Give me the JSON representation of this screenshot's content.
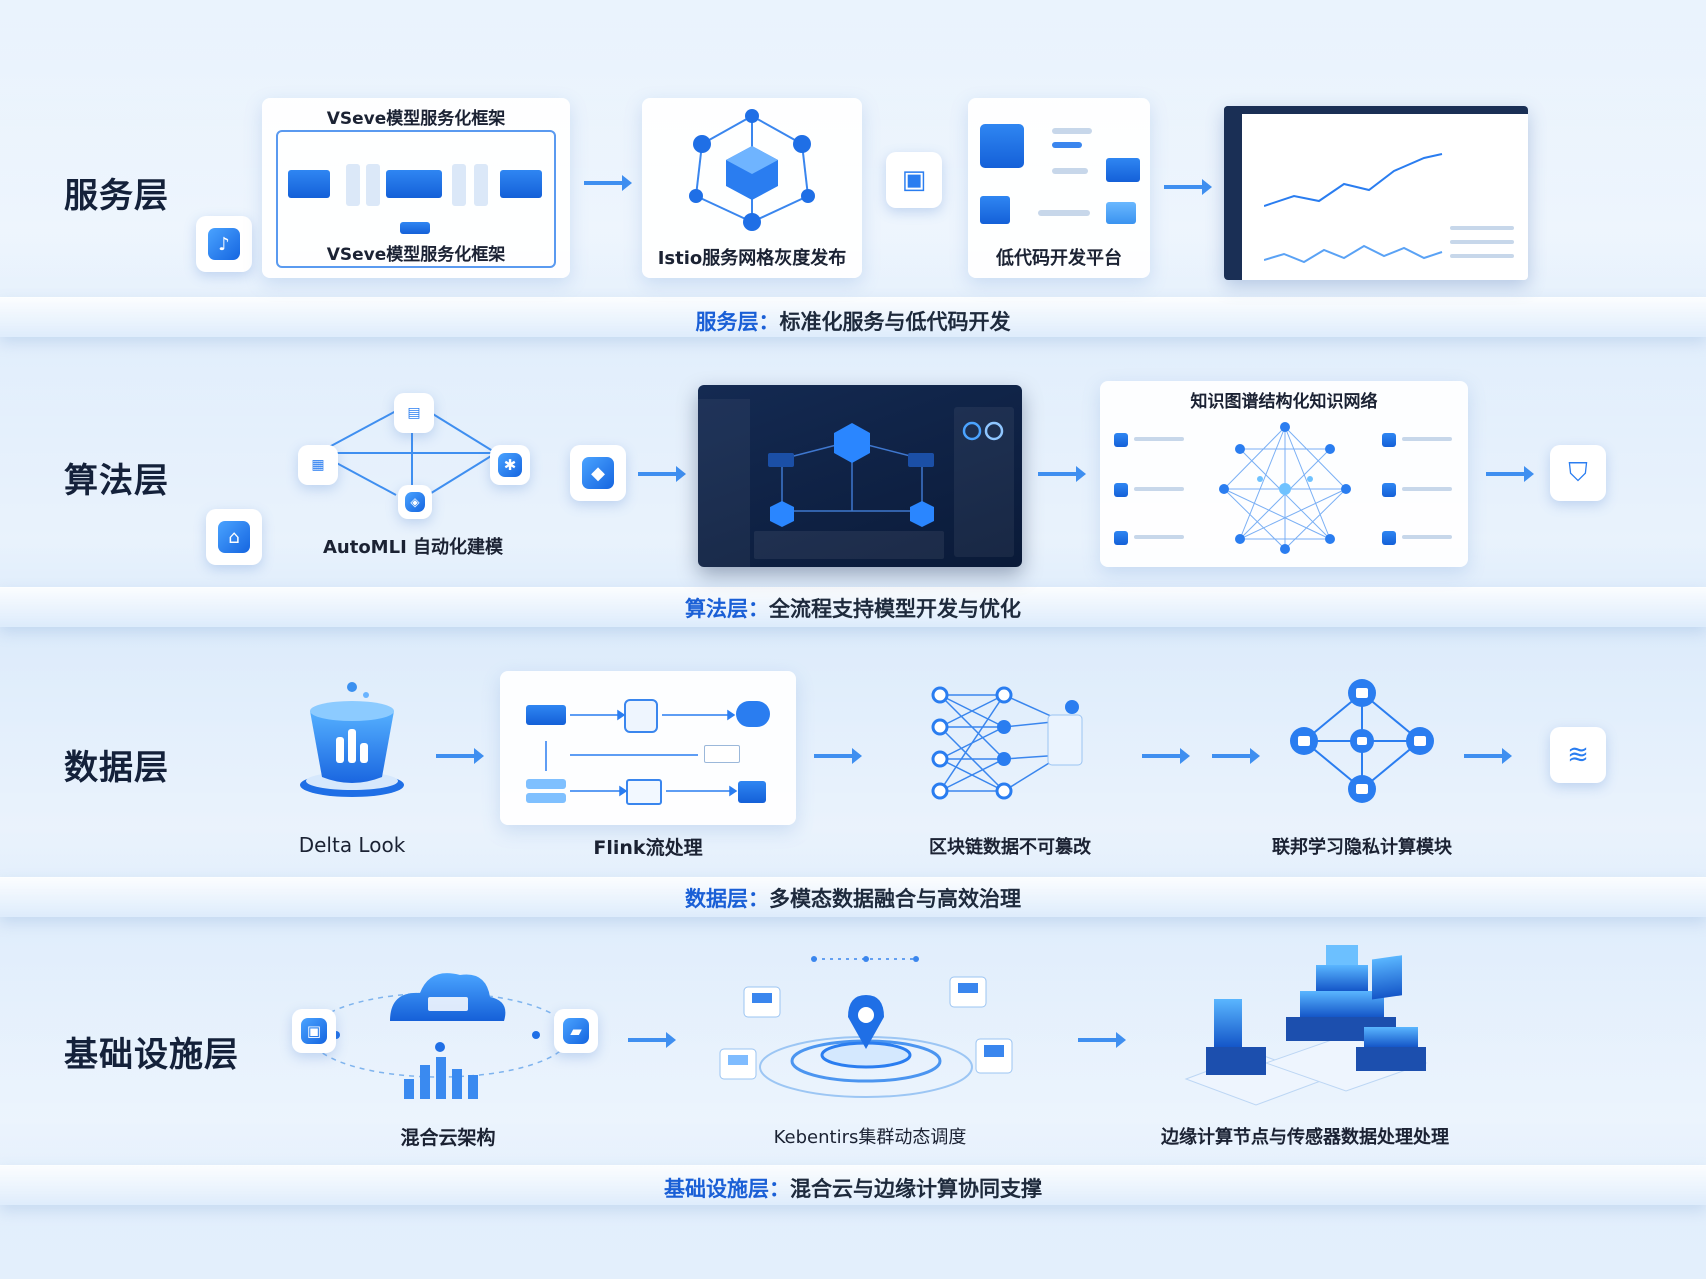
{
  "layers": {
    "service": {
      "name": "服务层",
      "caption_hl": "服务层：",
      "caption_rest": "标准化服务与低代码开发",
      "vseve_title": "VSeve模型服务化框架",
      "vseve_label": "VSeve模型服务化框架",
      "istio_label": "Istio服务网格灰度发布",
      "lowcode_label": "低代码开发平台"
    },
    "algorithm": {
      "name": "算法层",
      "caption_hl": "算法层：",
      "caption_rest": "全流程支持模型开发与优化",
      "automl_label": "AutoMLI 自动化建模",
      "kg_title": "知识图谱结构化知识网络"
    },
    "data": {
      "name": "数据层",
      "caption_hl": "数据层：",
      "caption_rest": "多模态数据融合与高效治理",
      "delta_label": "Delta Look",
      "flink_label": "Flink流处理",
      "blockchain_label": "区块链数据不可篡改",
      "federated_label": "联邦学习隐私计算模块"
    },
    "infra": {
      "name": "基础设施层",
      "caption_hl": "基础设施层：",
      "caption_rest": "混合云与边缘计算协同支撑",
      "hybrid_label": "混合云架构",
      "k8s_label": "Kebentirs集群动态调度",
      "edge_label": "边缘计算节点与传感器数据处理处理"
    }
  },
  "colors": {
    "accent": "#1a5fd6",
    "primary_blue": "#2f86f2",
    "dark_panel": "#0f2248",
    "background": "#e3effc"
  },
  "icons": [
    "app-tile-icon",
    "package-icon",
    "cube-icon",
    "shield-icon",
    "layers-icon",
    "cloud-icon",
    "bucket-icon",
    "location-pin-icon",
    "server-icon",
    "arrow-right-icon"
  ]
}
